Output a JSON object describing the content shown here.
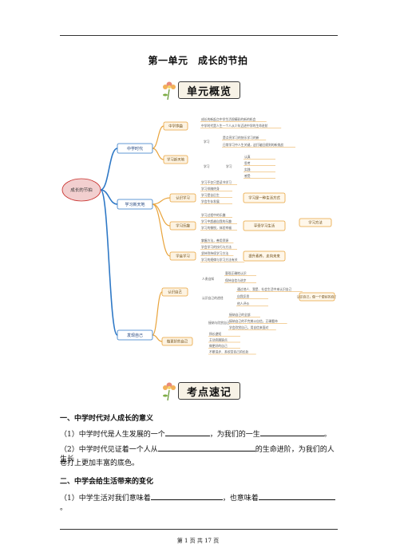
{
  "title": "第一单元　成长的节拍",
  "badges": {
    "overview": "单元概览",
    "points": "考点速记"
  },
  "mindmap": {
    "root": "成长的节拍",
    "branches": [
      {
        "label": "中学时代",
        "subs": [
          {
            "label": "中学序曲",
            "leaves": [
              "成长的新起点中学生活很精彩的新的机会",
              "中学时代是人生一个人从少年迈进中学的生命进阶"
            ]
          },
          {
            "label": "学习新天地",
            "group": [
              {
                "label": "学习",
                "leaves": [
                  "是点亮学习的快乐学习的新",
                  "日常学习中人生关键，这打破旧规则的新挑战"
                ]
              },
              {
                "label": "学习",
                "mid": "学习",
                "leaves": [
                  "认真",
                  "思考",
                  "实践",
                  "感受"
                ]
              }
            ]
          }
        ]
      },
      {
        "label": "学习新天地",
        "subs": [
          {
            "label": "认识学习",
            "leaves": [
              "学习不仅只是读书学习",
              "学习伴随终身",
              "学习是苦后生",
              "学会生存发展"
            ],
            "note": "学习是一种生活方式"
          },
          {
            "label": "学习乐趣",
            "leaves": [
              "学习过程中的乐趣",
              "学习中超越自我的乐趣",
              "学习的愉悦，体验幸福"
            ],
            "note": "享受学习生活"
          },
          {
            "label": "学会学习",
            "leaves": [
              "掌握方法，善用资源",
              "学会学习的技巧与方法",
              "坚持到持续学习方法",
              "学习的规律与学习方法有关"
            ],
            "note": "提升素养，走向未来"
          }
        ],
        "side": "学习方法"
      },
      {
        "label": "发现自己",
        "subs": [
          {
            "label": "认识自己",
            "group": [
              {
                "label": "人贵自知",
                "leaves": [
                  "客观正确地认识",
                  "保持自信与进步"
                ]
              },
              {
                "label": "认识自己的途径",
                "leaves": [
                  "通过他人、我是、社会生活中来认识自己",
                  "自我反思",
                  "他人评价"
                ]
              }
            ]
          },
          {
            "label": "做更好的自己",
            "group": [
              {
                "label": "接纳与欣赏自己",
                "leaves": [
                  "接纳自己的全部",
                  "接纳自己的不完美以自信，正确看待",
                  "学会欣赏自己，用自信来面对"
                ]
              },
              {
                "label": "",
                "leaves": [
                  "扬长避短",
                  "主动克服缺点",
                  "做更好的自己",
                  "不断进步、多欣赏自己的长处"
                ]
              }
            ]
          }
        ],
        "side": "认识自己，做一个更好的自己"
      }
    ]
  },
  "sections": [
    {
      "heading": "一、中学时代对人成长的意义",
      "lines": [
        {
          "a": "（1）中学时代是人生发展的一个",
          "b": "，为我们的一生",
          "c": "。"
        },
        {
          "a": "（2）中学时代见证着一个人从",
          "b": "的生命进阶，为我们的人生长",
          "c": ""
        }
      ],
      "tail": "卷打上更加丰富的底色。"
    },
    {
      "heading": "二、中学会给生活带来的变化",
      "lines": [
        {
          "a": "（1）中学生活对我们意味着",
          "b": "，也意味着",
          "c": "。"
        }
      ]
    }
  ],
  "footer": "第 1 页 共 17 页",
  "colors": {
    "trunk": "#2e78c6",
    "branch": "#e9a43c",
    "accent": "#c9302c",
    "root_fill": "#f2cfcf"
  }
}
